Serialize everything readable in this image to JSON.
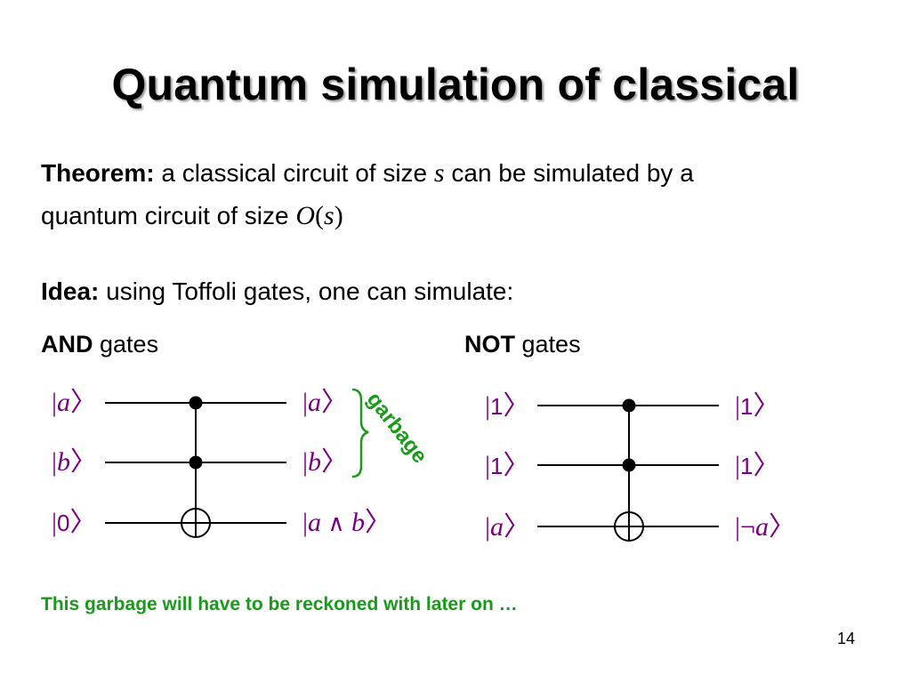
{
  "title": "Quantum simulation of classical",
  "theorem": {
    "label": "Theorem:",
    "text_part1": "a classical circuit of size",
    "var_s": "s",
    "text_part2": "can be simulated by a",
    "line2_text": "quantum circuit of size",
    "bigo": "O",
    "bigo_open": "(",
    "bigo_arg": "s",
    "bigo_close": ")"
  },
  "idea": {
    "label": "Idea:",
    "text": "using Toffoli gates, one can simulate:"
  },
  "and_gates": {
    "bold": "AND",
    "rest": "gates",
    "inputs": [
      {
        "open": "|",
        "var": "a",
        "close": "〉"
      },
      {
        "open": "|",
        "var": "b",
        "close": "〉"
      },
      {
        "open": "|",
        "num": "0",
        "close": "〉"
      }
    ],
    "outputs": [
      {
        "open": "|",
        "var": "a",
        "close": "〉"
      },
      {
        "open": "|",
        "var": "b",
        "close": "〉"
      },
      {
        "open": "|",
        "var": "a",
        "op": "∧",
        "var2": "b",
        "close": "〉"
      }
    ],
    "garbage_label": "garbage"
  },
  "not_gates": {
    "bold": "NOT",
    "rest": "gates",
    "inputs": [
      {
        "open": "|",
        "num": "1",
        "close": "〉"
      },
      {
        "open": "|",
        "num": "1",
        "close": "〉"
      },
      {
        "open": "|",
        "var": "a",
        "close": "〉"
      }
    ],
    "outputs": [
      {
        "open": "|",
        "num": "1",
        "close": "〉"
      },
      {
        "open": "|",
        "num": "1",
        "close": "〉"
      },
      {
        "open": "|",
        "neg": "¬",
        "var": "a",
        "close": "〉"
      }
    ]
  },
  "footnote": "This garbage will have to be reckoned with later on …",
  "page_number": "14",
  "colors": {
    "ket": "#7a0080",
    "garbage": "#1a9a1a",
    "footnote": "#1a9a1a"
  }
}
